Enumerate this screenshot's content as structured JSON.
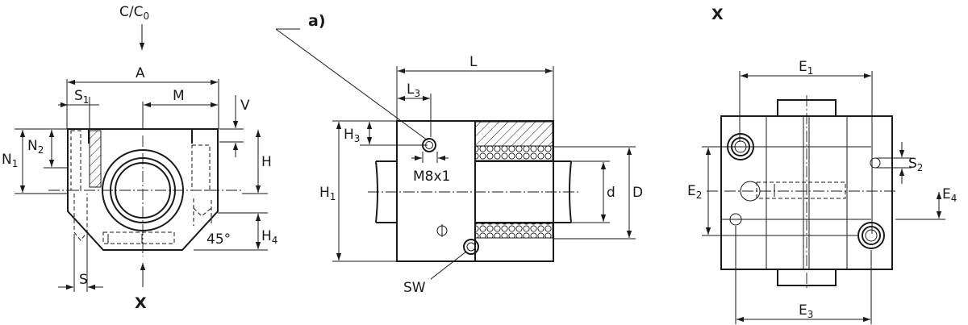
{
  "labels": {
    "load": "C/C",
    "load_sub": "0",
    "A": "A",
    "S1": "S",
    "S1_sub": "1",
    "M": "M",
    "V": "V",
    "N1": "N",
    "N1_sub": "1",
    "N2": "N",
    "N2_sub": "2",
    "H": "H",
    "H4": "H",
    "H4_sub": "4",
    "angle": "45°",
    "S": "S",
    "X_view_marker": "X",
    "a": "a)",
    "L": "L",
    "L3": "L",
    "L3_sub": "3",
    "H3": "H",
    "H3_sub": "3",
    "thread": "M8x1",
    "H1": "H",
    "H1_sub": "1",
    "d": "d",
    "D": "D",
    "SW": "SW",
    "X_view_title": "X",
    "E1": "E",
    "E1_sub": "1",
    "E2": "E",
    "E2_sub": "2",
    "S2": "S",
    "S2_sub": "2",
    "E4": "E",
    "E4_sub": "4",
    "E3": "E",
    "E3_sub": "3"
  }
}
